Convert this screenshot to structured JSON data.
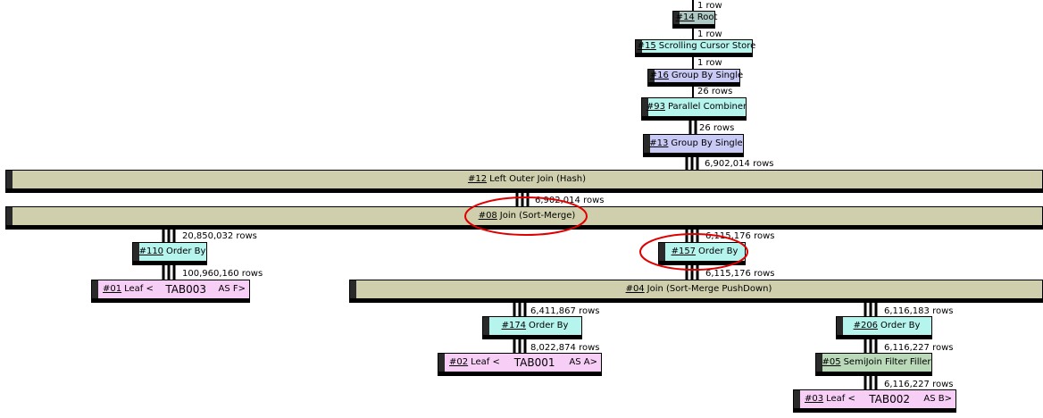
{
  "colors": {
    "root": "#aec9c3",
    "cursor": "#b6f4ee",
    "groupby": "#c9c9f5",
    "parallel": "#b6f4ee",
    "join": "#cfcfae",
    "orderby": "#b6f4ee",
    "leaf": "#f6cef6",
    "semijoin": "#b9d9b9",
    "highlight": "#e00000"
  },
  "nodes": [
    {
      "key": "n14",
      "num": "#14",
      "label": "Root",
      "color": "root"
    },
    {
      "key": "n15",
      "num": "#15",
      "label": "Scrolling Cursor Store",
      "color": "cursor"
    },
    {
      "key": "n16",
      "num": "#16",
      "label": "Group By Single",
      "color": "groupby"
    },
    {
      "key": "n93",
      "num": "#93",
      "label": "Parallel Combiner",
      "color": "parallel"
    },
    {
      "key": "n13",
      "num": "#13",
      "label": "Group By Single",
      "color": "groupby"
    },
    {
      "key": "n12",
      "num": "#12",
      "label": "Left Outer Join (Hash)",
      "color": "join"
    },
    {
      "key": "n08",
      "num": "#08",
      "label": "Join (Sort-Merge)",
      "color": "join",
      "highlighted": true
    },
    {
      "key": "n110",
      "num": "#110",
      "label": "Order By",
      "color": "orderby"
    },
    {
      "key": "n157",
      "num": "#157",
      "label": "Order By",
      "color": "orderby",
      "highlighted": true
    },
    {
      "key": "n01",
      "num": "#01",
      "label": "Leaf <",
      "table": "TAB003",
      "alias": "AS F>",
      "color": "leaf"
    },
    {
      "key": "n04",
      "num": "#04",
      "label": "Join (Sort-Merge PushDown)",
      "color": "join"
    },
    {
      "key": "n174",
      "num": "#174",
      "label": "Order By",
      "color": "orderby"
    },
    {
      "key": "n206",
      "num": "#206",
      "label": "Order By",
      "color": "orderby"
    },
    {
      "key": "n02",
      "num": "#02",
      "label": "Leaf <",
      "table": "TAB001",
      "alias": "AS A>",
      "color": "leaf"
    },
    {
      "key": "n05",
      "num": "#05",
      "label": "SemiJoin Filter Filler",
      "color": "semijoin"
    },
    {
      "key": "n03",
      "num": "#03",
      "label": "Leaf <",
      "table": "TAB002",
      "alias": "AS B>",
      "color": "leaf"
    }
  ],
  "edges": [
    {
      "key": "e_in14",
      "rows": "1 row",
      "weight": 1
    },
    {
      "key": "e15_14",
      "rows": "1 row",
      "weight": 1
    },
    {
      "key": "e16_15",
      "rows": "1 row",
      "weight": 1
    },
    {
      "key": "e93_16",
      "rows": "26 rows",
      "weight": 1
    },
    {
      "key": "e13_93",
      "rows": "26 rows",
      "weight": 2
    },
    {
      "key": "e12_13",
      "rows": "6,902,014 rows",
      "weight": 3
    },
    {
      "key": "e08_12",
      "rows": "6,902,014 rows",
      "weight": 3
    },
    {
      "key": "e110_08",
      "rows": "20,850,032 rows",
      "weight": 3
    },
    {
      "key": "e157_08",
      "rows": "6,115,176 rows",
      "weight": 3
    },
    {
      "key": "e01_110",
      "rows": "100,960,160 rows",
      "weight": 3
    },
    {
      "key": "e04_157",
      "rows": "6,115,176 rows",
      "weight": 3
    },
    {
      "key": "e174_04",
      "rows": "6,411,867 rows",
      "weight": 3
    },
    {
      "key": "e206_04",
      "rows": "6,116,183 rows",
      "weight": 3
    },
    {
      "key": "e02_174",
      "rows": "8,022,874 rows",
      "weight": 3
    },
    {
      "key": "e05_206",
      "rows": "6,116,227 rows",
      "weight": 3
    },
    {
      "key": "e03_05",
      "rows": "6,116,227 rows",
      "weight": 3
    }
  ]
}
